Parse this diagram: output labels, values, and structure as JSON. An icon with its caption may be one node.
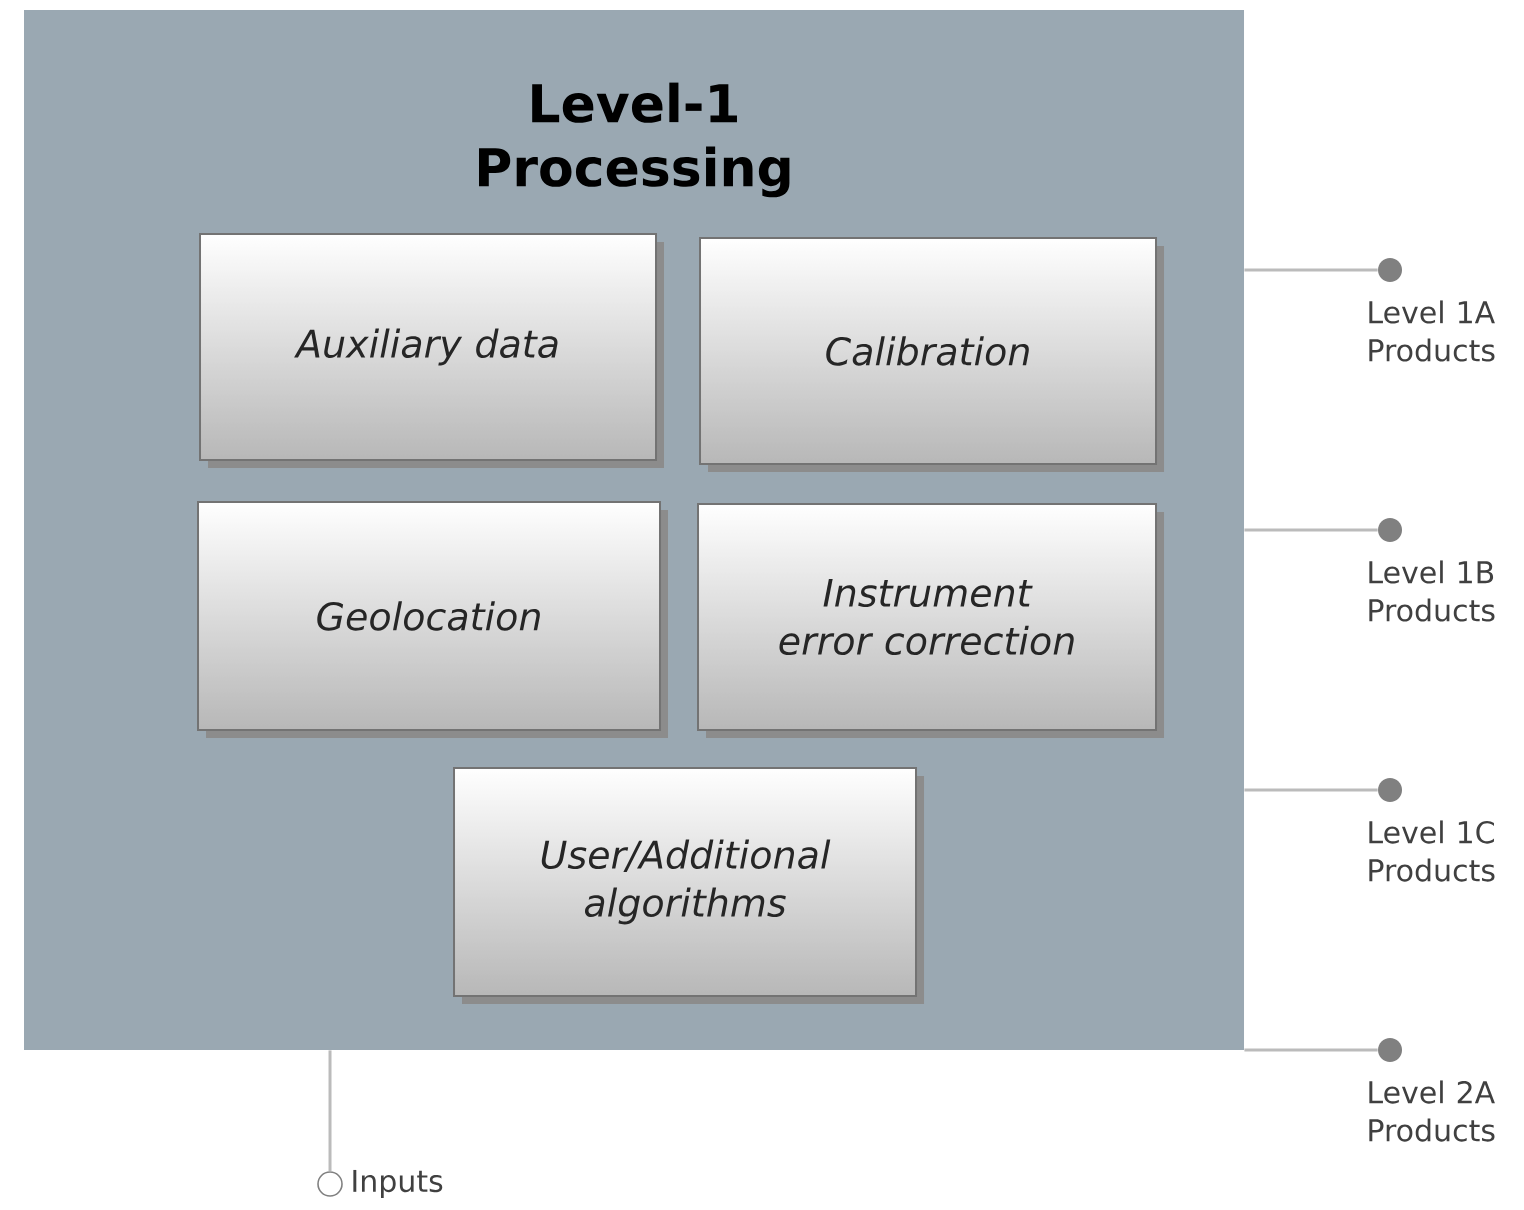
{
  "diagram": {
    "nodes": [
      {
        "text": [
          "Level-1 Processing"
        ]
      },
      {
        "text": [
          "Auxiliary data"
        ],
        "in": 0
      },
      {
        "text": [
          "Calibration"
        ],
        "in": 0
      },
      {
        "text": [
          "Geolocation"
        ],
        "in": 0
      },
      {
        "text": [
          "Instrument error correction"
        ],
        "in": 0
      },
      {
        "text": [
          "User/Additional algorithms"
        ],
        "in": 0
      },
      {
        "text": [],
        "shape": "circle",
        "beside": [
          "Level 1A Products"
        ]
      },
      {
        "text": [],
        "shape": "circle",
        "beside": [
          "Level 1B Products"
        ]
      },
      {
        "text": [],
        "shape": "circle",
        "beside": [
          "Level 1C Products"
        ]
      },
      {
        "text": [],
        "shape": "circle",
        "beside": [
          "Level 2A Products"
        ]
      },
      {
        "text": [],
        "shape": "circle",
        "beside": [
          "Inputs"
        ]
      }
    ],
    "edges": [
      {
        "from": 0,
        "to": 6,
        "arrow": "none"
      },
      {
        "from": 0,
        "to": 7,
        "arrow": "none"
      },
      {
        "from": 0,
        "to": 8,
        "arrow": "none"
      },
      {
        "from": 0,
        "to": 9,
        "arrow": "none"
      },
      {
        "from": 10,
        "to": 0,
        "arrow": "none"
      }
    ]
  }
}
